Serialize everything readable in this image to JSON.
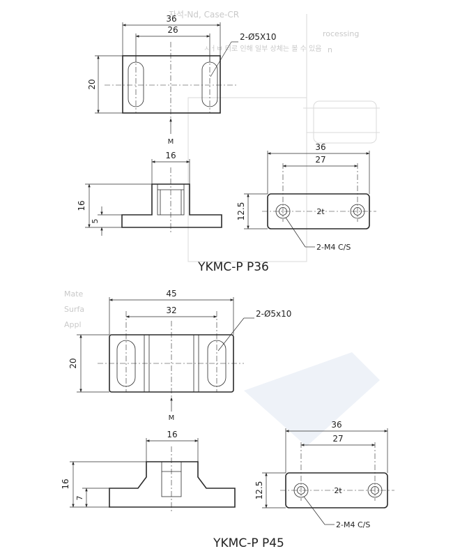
{
  "background_ghost_text": {
    "g1": "자석-Nd, Case-CR",
    "g2": "rocessing",
    "g3": "n",
    "g4": "ㅅㅓㅂ 터로 인해 일부 상체는 볼 수 있음",
    "g5": "Mate",
    "g6": "Surfa",
    "g7": "Appl"
  },
  "p36": {
    "caption": "YKMC-P P36",
    "top_view": {
      "width": "36",
      "inner": "26",
      "height": "20",
      "hole_note": "2-Ø5X10",
      "arrow_label": "M"
    },
    "side_view": {
      "width": "16",
      "height": "16",
      "base": "5"
    },
    "bottom_view": {
      "width": "36",
      "inner": "27",
      "height": "12.5",
      "center_label": "2t",
      "screw_note": "2-M4 C/S"
    }
  },
  "p45": {
    "caption": "YKMC-P P45",
    "top_view": {
      "width": "45",
      "inner": "32",
      "height": "20",
      "hole_note": "2-Ø5x10",
      "arrow_label": "M"
    },
    "side_view": {
      "width": "16",
      "height": "16",
      "base": "7"
    },
    "bottom_view": {
      "width": "36",
      "inner": "27",
      "height": "12.5",
      "center_label": "2t",
      "screw_note": "2-M4 C/S"
    }
  }
}
